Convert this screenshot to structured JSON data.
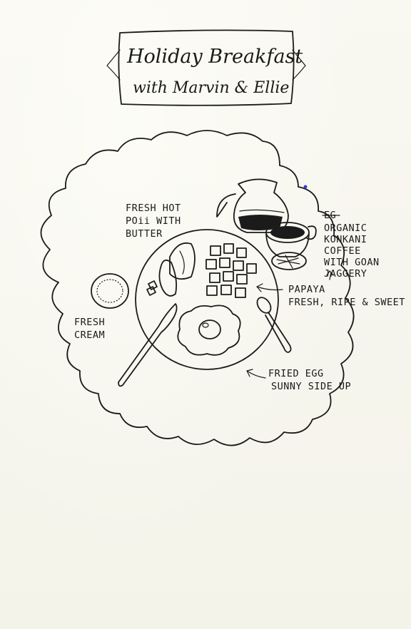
{
  "title": {
    "line1": "Holiday Breakfast",
    "line2": "with Marvin & Ellie"
  },
  "labels": {
    "poii": [
      "FRESH HOT",
      "POii WITH",
      "BUTTER"
    ],
    "coffee": [
      "ORGANIC",
      "KONKANI",
      "COFFEE",
      "WITH GOAN",
      "JAGGERY"
    ],
    "coffee_struck": "EG",
    "papaya": [
      "PAPAYA",
      "FRESH, RIPE & SWEET"
    ],
    "cream": [
      "FRESH",
      "CREAM"
    ],
    "egg": [
      "FRIED EGG",
      "SUNNY SIDE UP"
    ]
  },
  "colors": {
    "ink": "#1b1b1b",
    "paper": "#f7f6ee",
    "accent_dot": "#3b3be0"
  }
}
